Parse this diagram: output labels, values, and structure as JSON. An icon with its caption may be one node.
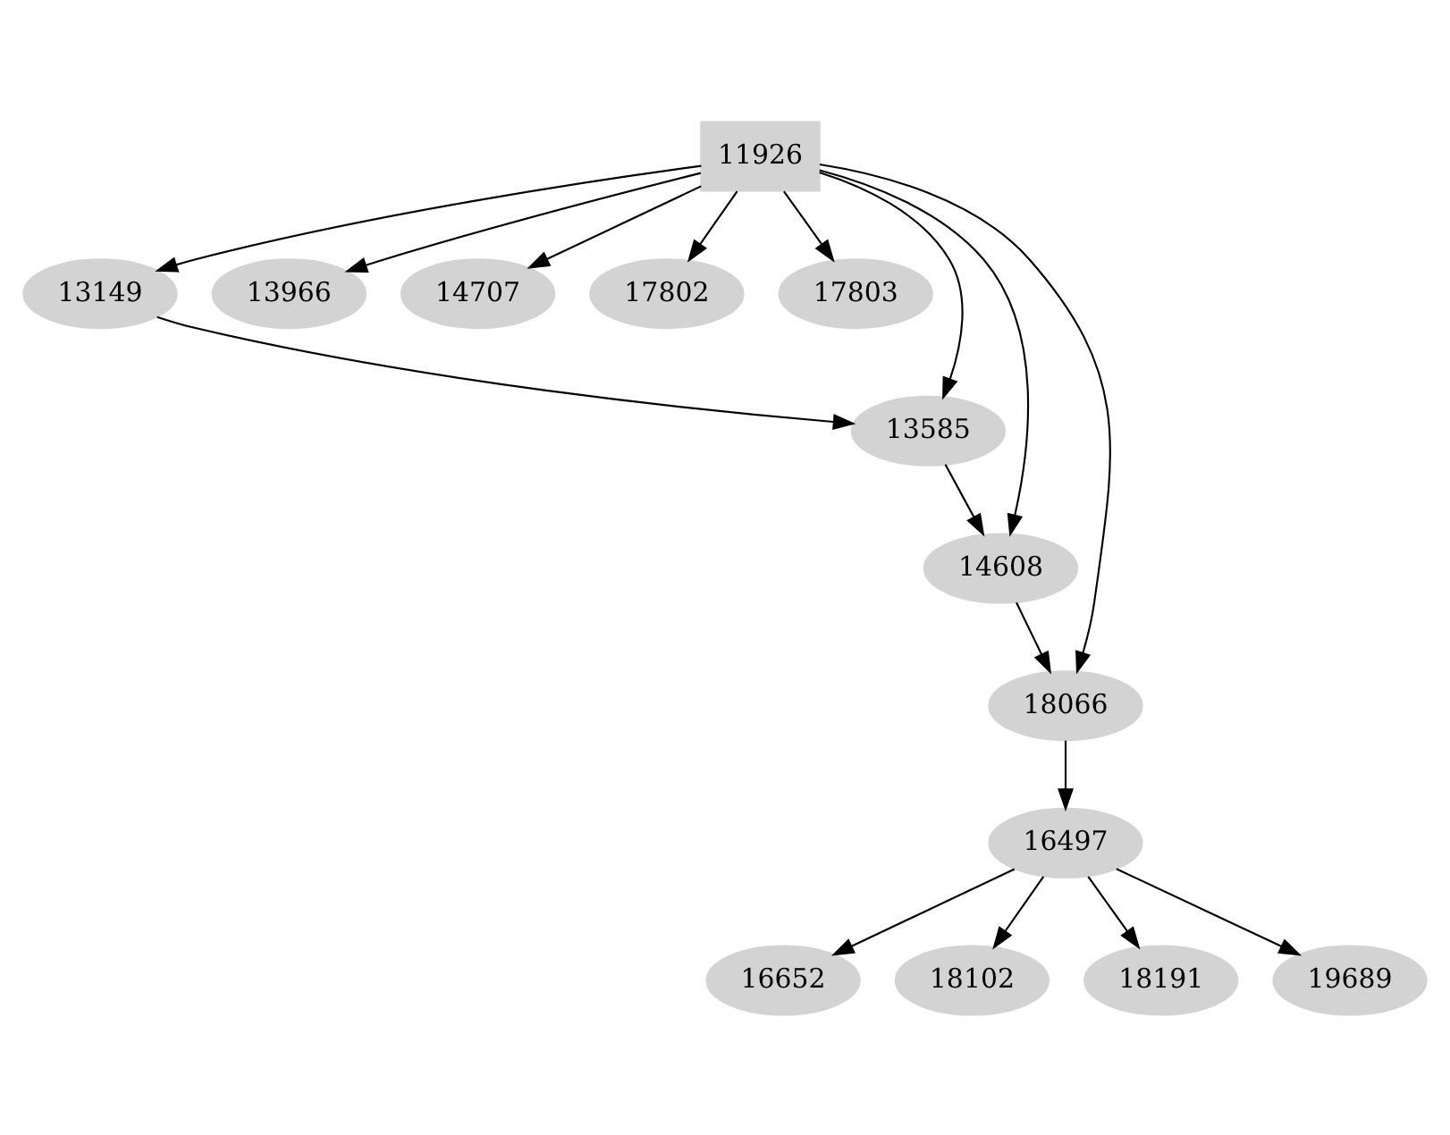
{
  "diagram": {
    "nodes": [
      {
        "text": [
          "11926"
        ]
      },
      {
        "text": [
          "13149"
        ]
      },
      {
        "text": [
          "13966"
        ]
      },
      {
        "text": [
          "14707"
        ]
      },
      {
        "text": [
          "17802"
        ]
      },
      {
        "text": [
          "17803"
        ]
      },
      {
        "text": [
          "13585"
        ]
      },
      {
        "text": [
          "14608"
        ]
      },
      {
        "text": [
          "18066"
        ]
      },
      {
        "text": [
          "16497"
        ]
      },
      {
        "text": [
          "16652"
        ]
      },
      {
        "text": [
          "18102"
        ]
      },
      {
        "text": [
          "18191"
        ]
      },
      {
        "text": [
          "19689"
        ]
      }
    ],
    "edges": [
      {
        "from": 0,
        "to": 1,
        "arrow": "to"
      },
      {
        "from": 0,
        "to": 6,
        "arrow": "to"
      },
      {
        "from": 0,
        "to": 2,
        "arrow": "to"
      },
      {
        "from": 0,
        "to": 7,
        "arrow": "to"
      },
      {
        "from": 0,
        "to": 3,
        "arrow": "to"
      },
      {
        "from": 0,
        "to": 4,
        "arrow": "to"
      },
      {
        "from": 0,
        "to": 5,
        "arrow": "to"
      },
      {
        "from": 0,
        "to": 8,
        "arrow": "to"
      },
      {
        "from": 1,
        "to": 6,
        "arrow": "to"
      },
      {
        "from": 6,
        "to": 7,
        "arrow": "to"
      },
      {
        "from": 7,
        "to": 8,
        "arrow": "to"
      },
      {
        "from": 8,
        "to": 9,
        "arrow": "to"
      },
      {
        "from": 9,
        "to": 10,
        "arrow": "to"
      },
      {
        "from": 9,
        "to": 11,
        "arrow": "to"
      },
      {
        "from": 9,
        "to": 12,
        "arrow": "to"
      },
      {
        "from": 9,
        "to": 13,
        "arrow": "to"
      }
    ]
  }
}
